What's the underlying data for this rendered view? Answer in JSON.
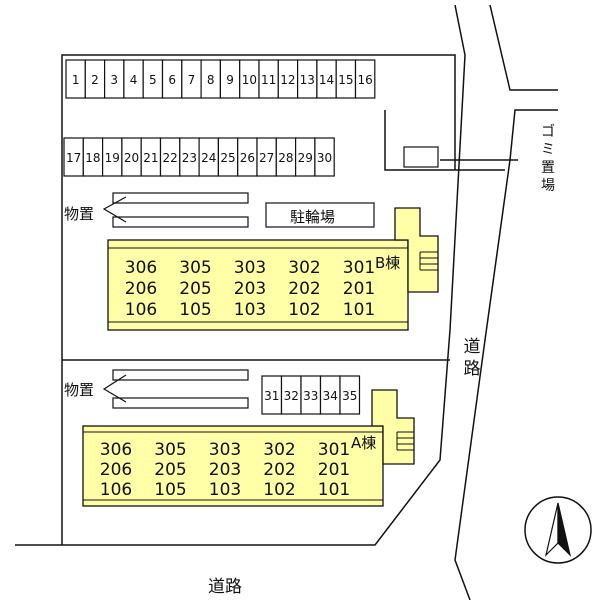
{
  "map": {
    "road_bottom_label": "道路",
    "road_right_label": "道路",
    "garbage_label": "ゴミ置場",
    "bicycle_parking_label": "駐輪場",
    "storage_top_label": "物置",
    "storage_bottom_label": "物置",
    "parking_top_row": [
      "1",
      "2",
      "3",
      "4",
      "5",
      "6",
      "7",
      "8",
      "9",
      "10",
      "11",
      "12",
      "13",
      "14",
      "15",
      "16"
    ],
    "parking_second_row": [
      "17",
      "18",
      "19",
      "20",
      "21",
      "22",
      "23",
      "24",
      "25",
      "26",
      "27",
      "28",
      "29",
      "30"
    ],
    "parking_third_row": [
      "31",
      "32",
      "33",
      "34",
      "35"
    ],
    "building_b": {
      "label": "B棟",
      "rooms": [
        [
          "306",
          "305",
          "303",
          "302",
          "301"
        ],
        [
          "206",
          "205",
          "203",
          "202",
          "201"
        ],
        [
          "106",
          "105",
          "103",
          "102",
          "101"
        ]
      ]
    },
    "building_a": {
      "label": "A棟",
      "rooms": [
        [
          "306",
          "305",
          "303",
          "302",
          "301"
        ],
        [
          "206",
          "205",
          "203",
          "202",
          "201"
        ],
        [
          "106",
          "105",
          "103",
          "102",
          "101"
        ]
      ]
    },
    "colors": {
      "building_fill": "#ffffa8",
      "line": "#111111"
    },
    "compass_icon": "north-arrow-icon"
  }
}
